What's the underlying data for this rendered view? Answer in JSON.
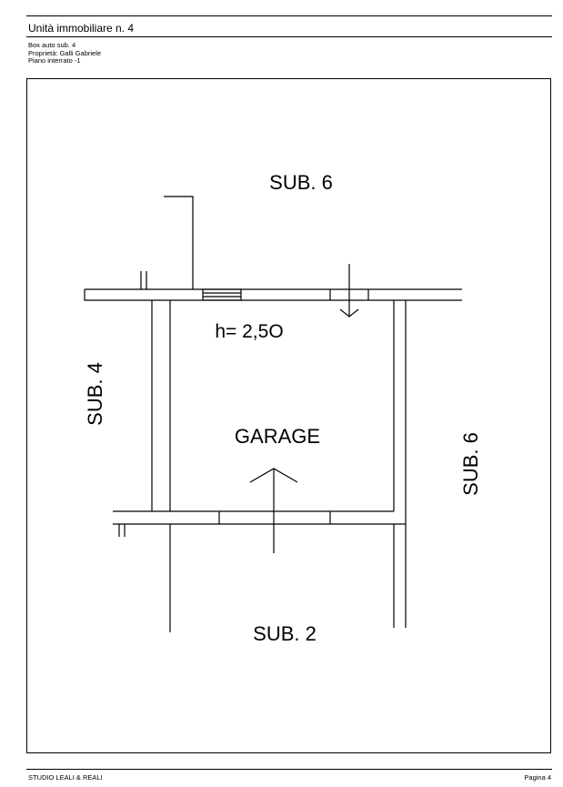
{
  "header": {
    "title": "Unità immobiliare n. 4",
    "lines": [
      "Box auto sub. 4",
      "Proprietà: Galli Gabriele",
      "Piano interrato -1"
    ]
  },
  "plan": {
    "label_top": "SUB. 6",
    "label_left": "SUB. 4",
    "label_right": "SUB. 6",
    "label_bottom": "SUB. 2",
    "height_note": "h= 2,5O",
    "room_name": "GARAGE"
  },
  "footer": {
    "left": "STUDIO LEALI & REALI",
    "right": "Pagina 4"
  }
}
